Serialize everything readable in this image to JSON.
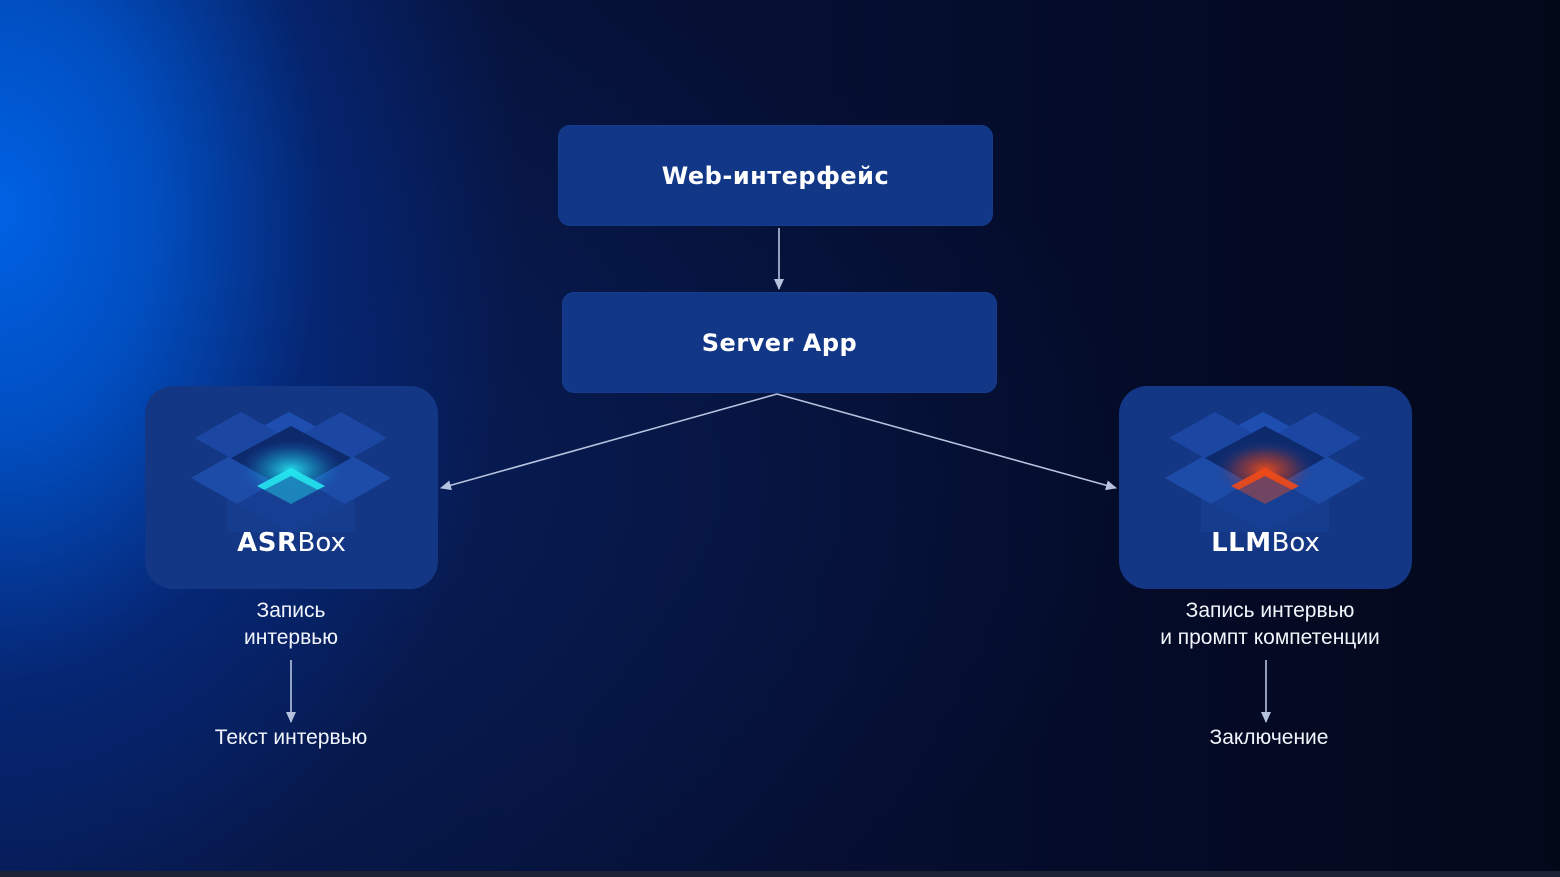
{
  "nodes": {
    "web": {
      "label": "Web-интерфейс"
    },
    "server": {
      "label": "Server App"
    }
  },
  "asr": {
    "name_strong": "ASR",
    "name_light": "Box",
    "glow_color": "#25e6ee",
    "input_line1": "Запись",
    "input_line2": "интервью",
    "output": "Текст интервью"
  },
  "llm": {
    "name_strong": "LLM",
    "name_light": "Box",
    "glow_color": "#f04a18",
    "input_line1": "Запись интервью",
    "input_line2": "и промпт компетенции",
    "output": "Заключение"
  },
  "colors": {
    "node_fill": "#133787",
    "arrow": "#b6c3df",
    "background_glow": "#0062e4"
  },
  "icons": {
    "asr_logo": "stacked-diamond-box-icon",
    "llm_logo": "stacked-diamond-box-icon"
  }
}
